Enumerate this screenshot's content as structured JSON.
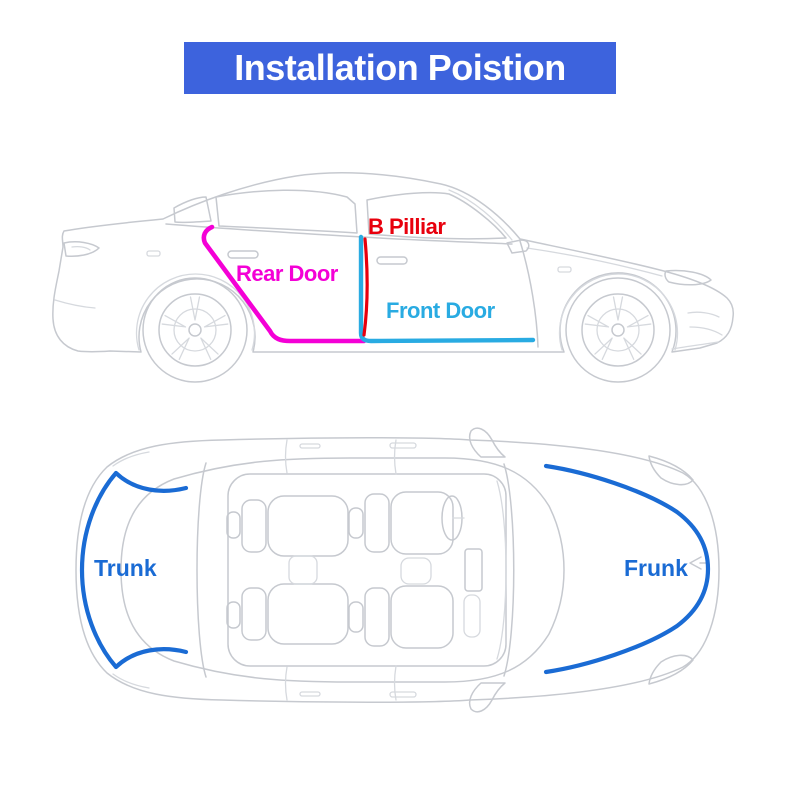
{
  "title": {
    "text": "Installation Poistion"
  },
  "side_view": {
    "description": "car side profile, front facing right",
    "labels": [
      {
        "id": "b-pillar",
        "text": "B Pilliar",
        "color": "#e8000d"
      },
      {
        "id": "rear-door",
        "text": "Rear Door",
        "color": "#f400d6"
      },
      {
        "id": "front-door",
        "text": "Front Door",
        "color": "#29abe2"
      }
    ]
  },
  "top_view": {
    "description": "car top-down view, front facing right",
    "labels": [
      {
        "id": "trunk",
        "text": "Trunk",
        "color": "#1a6bd4"
      },
      {
        "id": "frunk",
        "text": "Frunk",
        "color": "#1a6bd4"
      }
    ]
  },
  "colors": {
    "banner_bg": "#3d63dd",
    "banner_text": "#ffffff",
    "b_pillar_seal": "#e8000d",
    "rear_door_seal": "#f400d6",
    "front_door_seal": "#29abe2",
    "trunk_frunk_seal": "#1a6bd4",
    "car_line_art": "#c6c9cf",
    "background": "#ffffff"
  }
}
